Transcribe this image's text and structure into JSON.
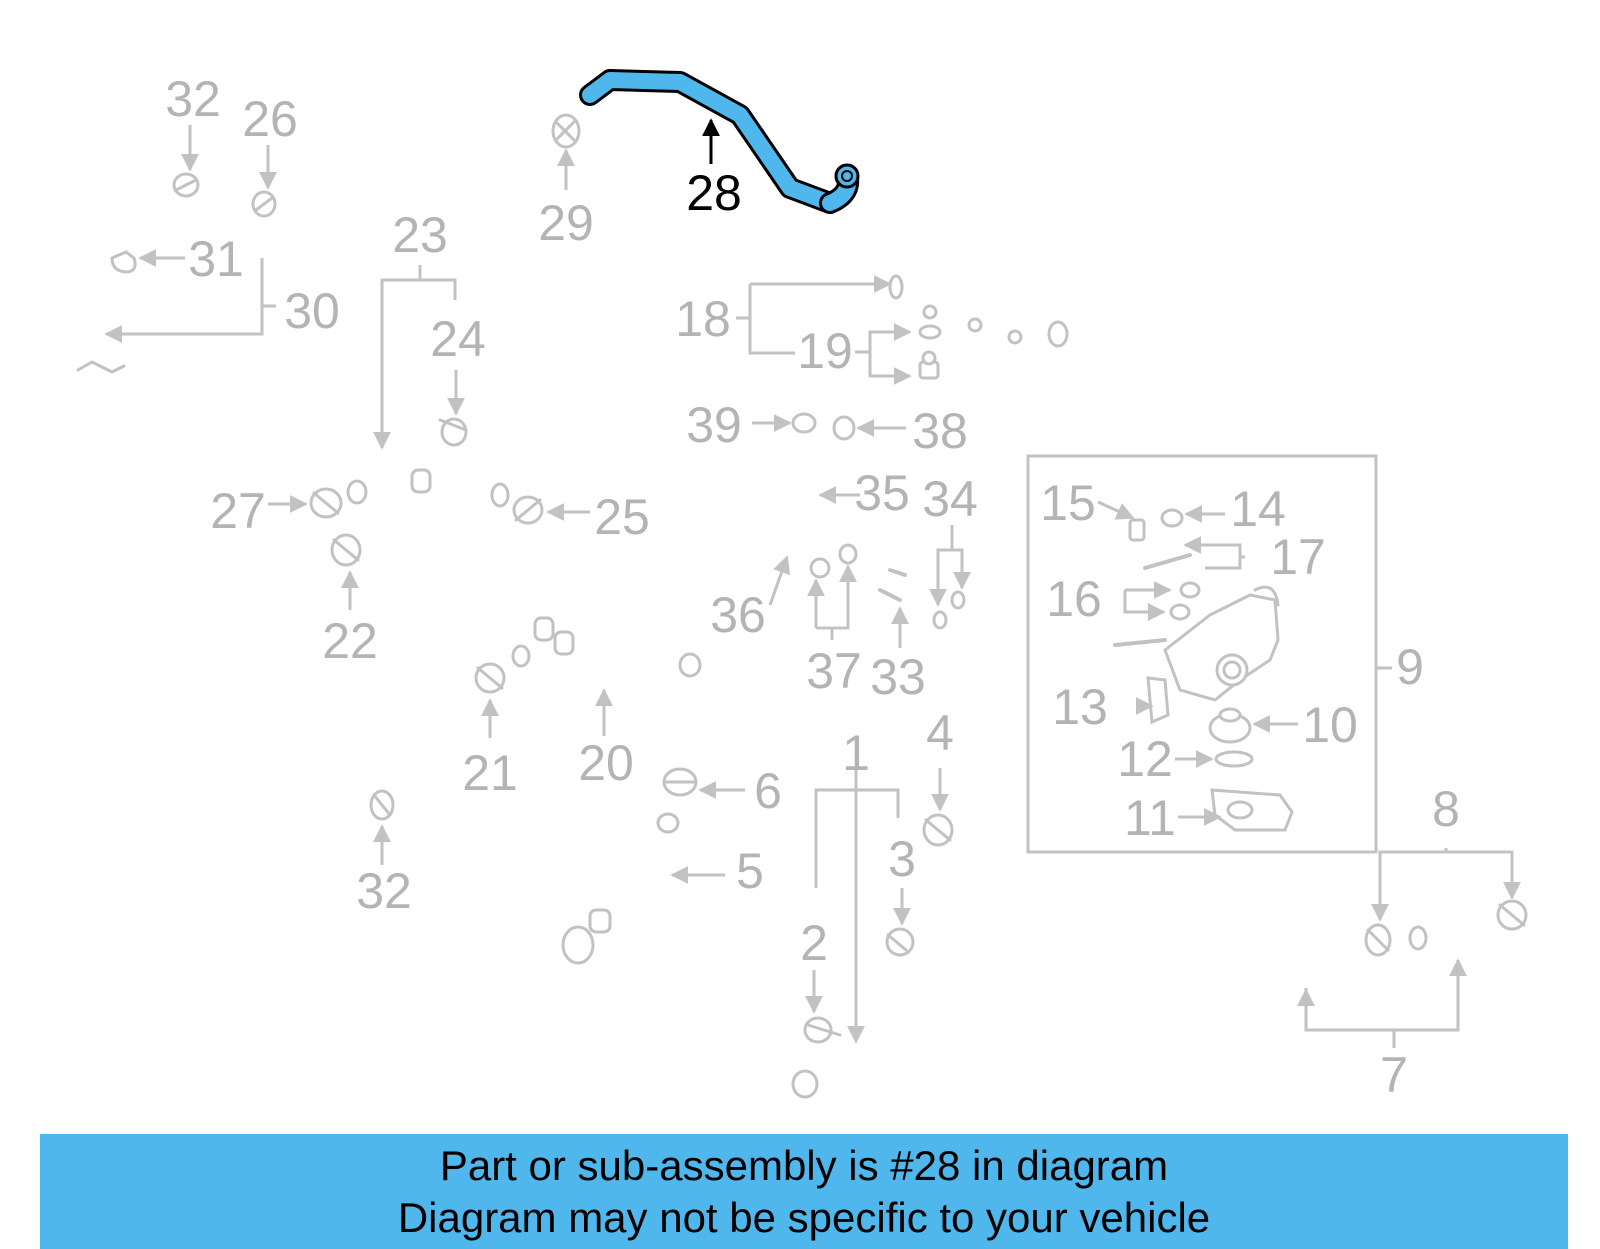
{
  "diagram": {
    "highlight_color": "#4fb7ec",
    "part_color": "#c2c2c2",
    "label_color": "#b4b4b4",
    "highlighted_part": "28",
    "labels": {
      "l1": "1",
      "l2": "2",
      "l3": "3",
      "l4": "4",
      "l5": "5",
      "l6": "6",
      "l7": "7",
      "l8": "8",
      "l9": "9",
      "l10": "10",
      "l11": "11",
      "l12": "12",
      "l13": "13",
      "l14": "14",
      "l15": "15",
      "l16": "16",
      "l17": "17",
      "l18": "18",
      "l19": "19",
      "l20": "20",
      "l21": "21",
      "l22": "22",
      "l23": "23",
      "l24": "24",
      "l25": "25",
      "l26": "26",
      "l27": "27",
      "l28": "28",
      "l29": "29",
      "l30": "30",
      "l31": "31",
      "l32a": "32",
      "l32b": "32",
      "l33": "33",
      "l34": "34",
      "l35": "35",
      "l36": "36",
      "l37": "37",
      "l38": "38",
      "l39": "39"
    }
  },
  "banner": {
    "line1": "Part or sub-assembly is #28 in diagram",
    "line2": "Diagram may not be specific to your vehicle",
    "background": "#4fb7ec"
  }
}
